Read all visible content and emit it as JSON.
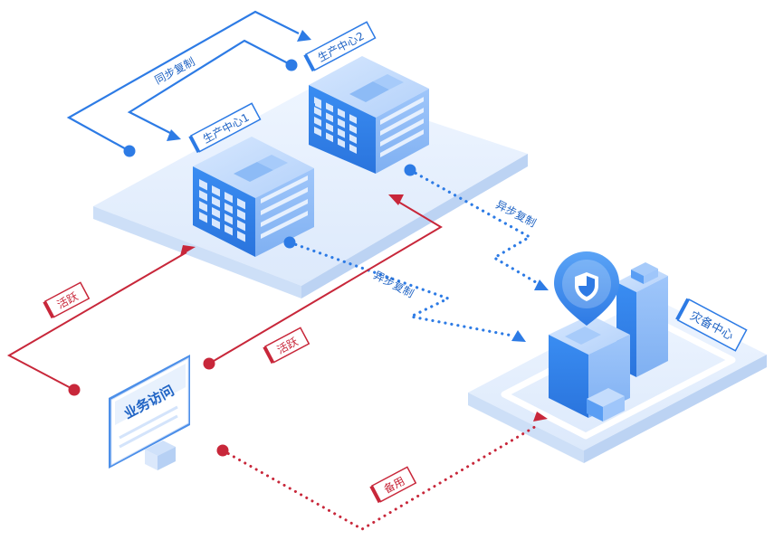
{
  "labels": {
    "production_center_1": "生产中心1",
    "production_center_2": "生产中心2",
    "disaster_center": "灾备中心",
    "sync_replication": "同步复制",
    "async_replication_1": "异步复制",
    "async_replication_2": "异步复制",
    "active_1": "活跃",
    "active_2": "活跃",
    "standby": "备用",
    "business_access": "业务访问"
  },
  "colors": {
    "blue_line": "#2d7be5",
    "red_line": "#c8273a",
    "building_blue": "#3b8cf0",
    "platform": "#e3eefc"
  },
  "icons": {
    "shield": "shield-icon",
    "monitor": "monitor-icon"
  }
}
